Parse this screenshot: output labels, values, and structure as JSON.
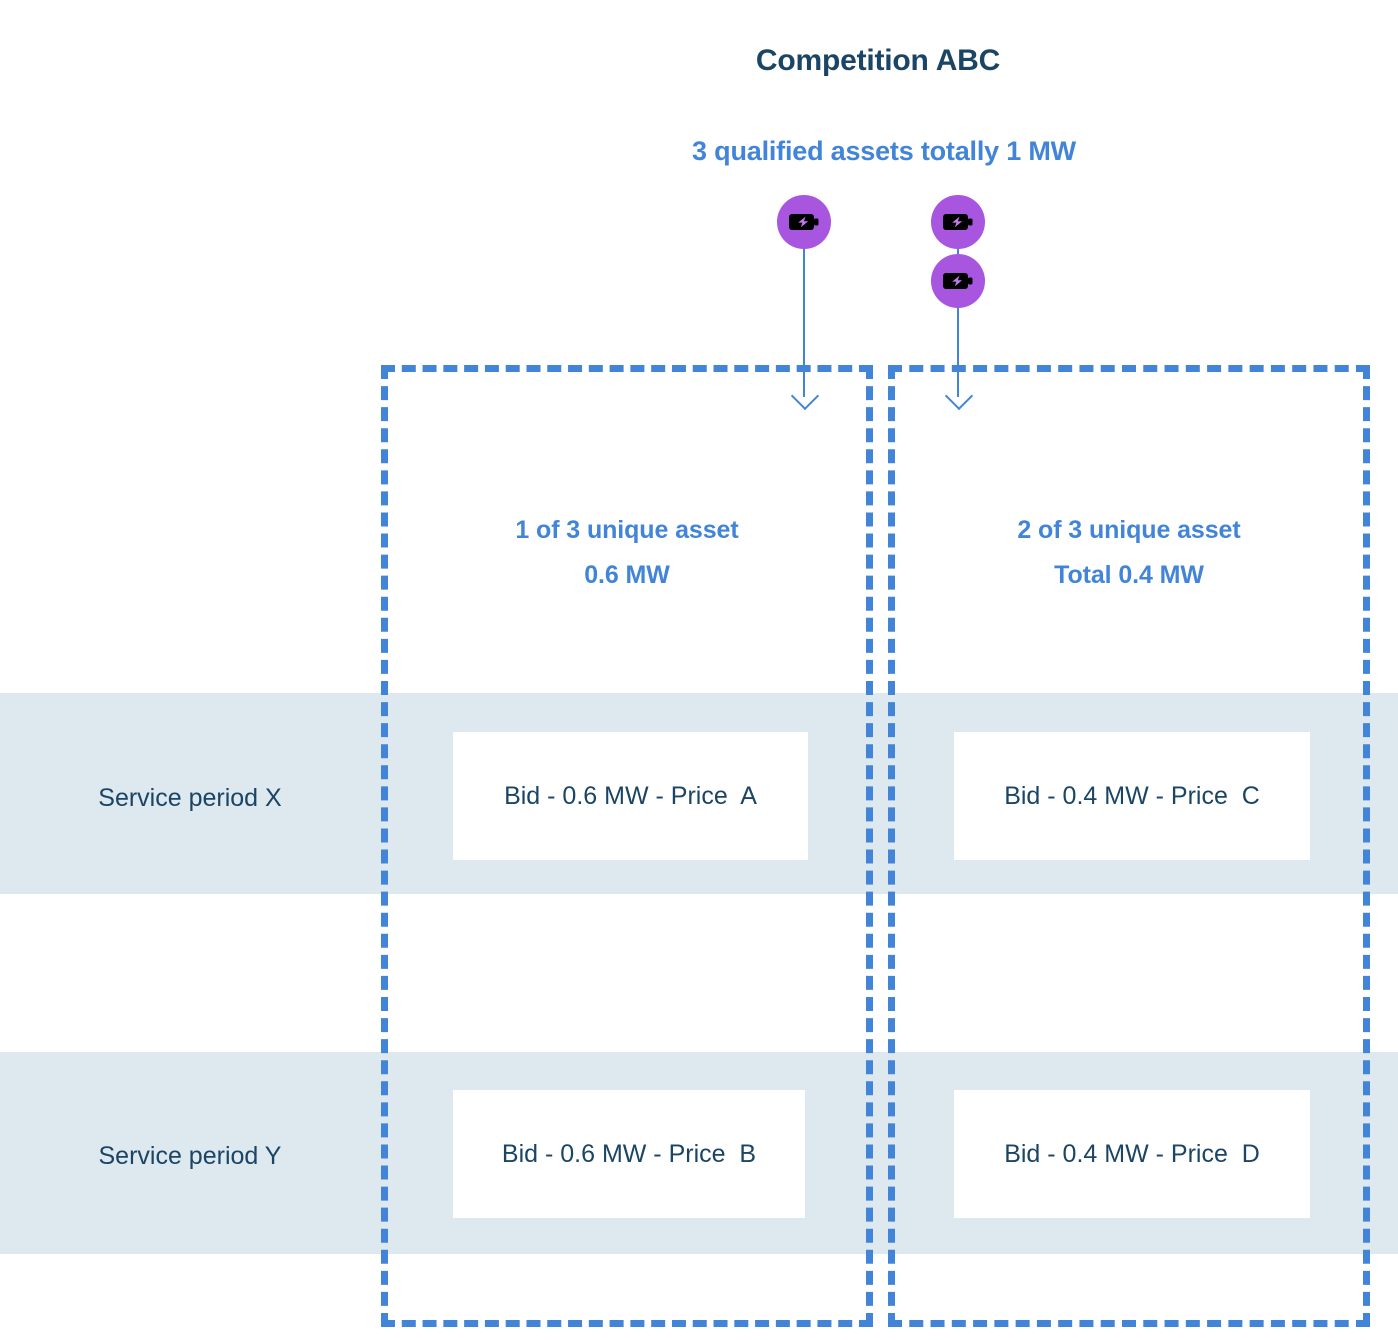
{
  "header": {
    "title": "Competition ABC",
    "subtitle": "3 qualified assets totally 1 MW"
  },
  "colors": {
    "title_navy": "#1b4564",
    "accent_blue": "#4285d8",
    "stripe_band": "#dde8ef",
    "asset_purple": "#a855e0",
    "bid_box_bg": "#ffffff",
    "page_bg": "#ffffff"
  },
  "assets": [
    {
      "id": "asset-1",
      "icon": "battery-bolt-icon",
      "group": 1
    },
    {
      "id": "asset-2",
      "icon": "battery-bolt-icon",
      "group": 2
    },
    {
      "id": "asset-3",
      "icon": "battery-bolt-icon",
      "group": 2
    }
  ],
  "groups": [
    {
      "id": "group-1",
      "label_line1": "1 of 3 unique asset",
      "label_line2": "0.6 MW",
      "capacity_mw": 0.6,
      "asset_count": 1
    },
    {
      "id": "group-2",
      "label_line1": "2 of 3 unique asset",
      "label_line2": "Total 0.4 MW",
      "capacity_mw": 0.4,
      "asset_count": 2
    }
  ],
  "service_periods": [
    {
      "id": "period-x",
      "label": "Service period X"
    },
    {
      "id": "period-y",
      "label": "Service period Y"
    }
  ],
  "bids": [
    {
      "id": "bid-a",
      "period": "Service period X",
      "group": "group-1",
      "text": "Bid - 0.6 MW - Price  A",
      "mw": 0.6,
      "price_label": "A"
    },
    {
      "id": "bid-c",
      "period": "Service period X",
      "group": "group-2",
      "text": "Bid - 0.4 MW - Price  C",
      "mw": 0.4,
      "price_label": "C"
    },
    {
      "id": "bid-b",
      "period": "Service period Y",
      "group": "group-1",
      "text": "Bid - 0.6 MW - Price  B",
      "mw": 0.6,
      "price_label": "B"
    },
    {
      "id": "bid-d",
      "period": "Service period Y",
      "group": "group-2",
      "text": "Bid - 0.4 MW - Price  D",
      "mw": 0.4,
      "price_label": "D"
    }
  ]
}
